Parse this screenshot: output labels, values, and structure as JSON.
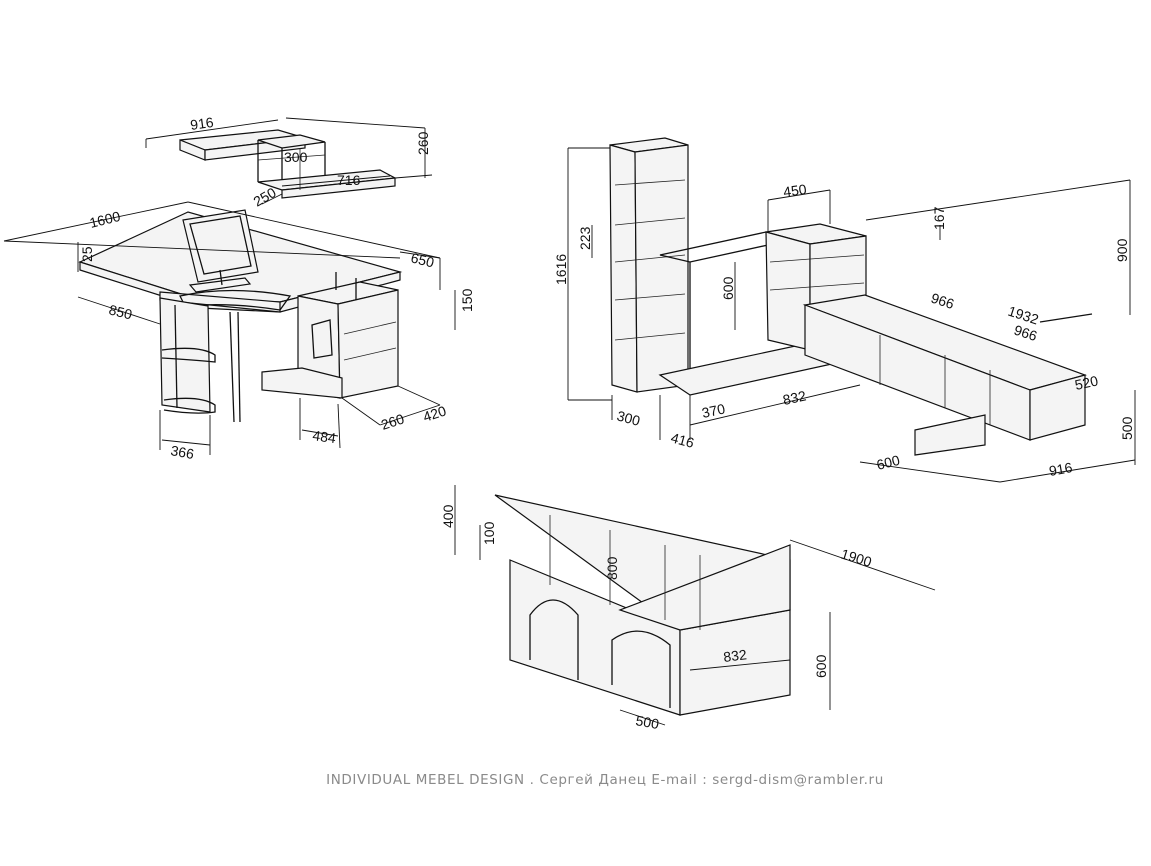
{
  "drawing": {
    "footer": "INDIVIDUAL MEBEL DESIGN . Сергей Данец  E-mail : sergd-dism@rambler.ru"
  },
  "desk_view": {
    "shelf_width": "916",
    "shelf_depth": "300",
    "shelf_height": "260",
    "shelf_unit_width": "716",
    "shelf_unit_depth": "250",
    "desk_length": "1600",
    "desk_top_thickness": "25",
    "desk_return_depth": "650",
    "desk_return_length": "850",
    "pedestal_gap": "150",
    "side_unit_width": "366",
    "pedestal_width": "484",
    "pedestal_depth_a": "260",
    "pedestal_depth_b": "420"
  },
  "wall_unit_view": {
    "tower_height": "1616",
    "tower_shelf_step": "223",
    "niche_height": "600",
    "upper_cabinet_width": "450",
    "upper_cabinet_height": "167",
    "overall_height": "900",
    "cabinet_width_a": "966",
    "cabinet_total_width": "1932",
    "cabinet_width_b": "966",
    "tower_depth": "300",
    "tower_depth_b": "416",
    "side_width": "370",
    "center_width": "832",
    "low_cabinet_depth": "520",
    "low_cabinet_height": "500",
    "drawer_depth": "600",
    "drawer_width": "916"
  },
  "loft_view": {
    "rail_height": "400",
    "rail_offset": "100",
    "post_spacing": "800",
    "length": "1900",
    "width": "832",
    "height": "600",
    "arch_width": "500"
  }
}
